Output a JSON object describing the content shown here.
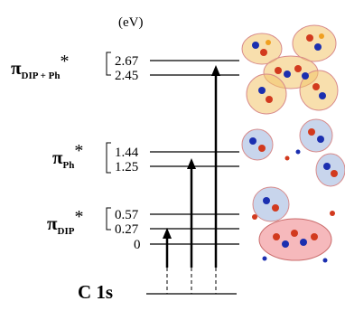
{
  "unit_label": "(eV)",
  "core_label": "C 1s",
  "groups": [
    {
      "main": "π",
      "sub": "DIP + Ph",
      "star": "*",
      "levels": [
        "2.67",
        "2.45"
      ]
    },
    {
      "main": "π",
      "sub": "Ph",
      "star": "*",
      "levels": [
        "1.44",
        "1.25"
      ]
    },
    {
      "main": "π",
      "sub": "DIP",
      "star": "*",
      "levels": [
        "0.57",
        "0.27",
        "0"
      ]
    }
  ],
  "orbital_images": [
    {
      "depicts": "orbital lobes on DIP and phenyl groups",
      "highlight": "#f2c46a"
    },
    {
      "depicts": "orbital lobes on phenyl groups",
      "highlight": "#9bb3dd"
    },
    {
      "depicts": "orbital lobes on DIP core",
      "highlight": "#ee7f85"
    }
  ],
  "colors": {
    "lobe_positive": "#d23a1e",
    "lobe_negative": "#1b2fb0",
    "lobe_accent": "#f0a020",
    "line": "#000000"
  }
}
